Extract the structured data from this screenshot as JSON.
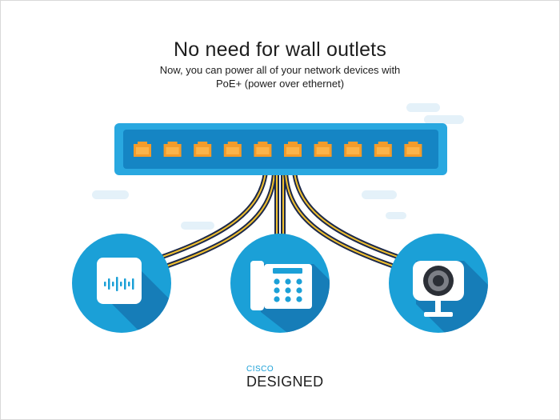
{
  "header": {
    "title": "No need for wall outlets",
    "subtitle_line1": "Now, you can power all of your network devices with",
    "subtitle_line2": "PoE+ (power over ethernet)"
  },
  "switch": {
    "port_count": 10
  },
  "devices": [
    {
      "name": "wireless-access-point",
      "icon": "access-point-icon"
    },
    {
      "name": "ip-phone",
      "icon": "phone-icon"
    },
    {
      "name": "ip-camera",
      "icon": "camera-icon"
    }
  ],
  "brand": {
    "top": "CISCO",
    "bottom": "DESIGNED"
  },
  "colors": {
    "circle_blue": "#1ba0d7",
    "switch_blue": "#29a8e0",
    "port_orange": "#f39c2b",
    "cable_navy": "#1e2a4a",
    "cable_yellow": "#f2c12e",
    "cloud": "#e4f1f9"
  }
}
